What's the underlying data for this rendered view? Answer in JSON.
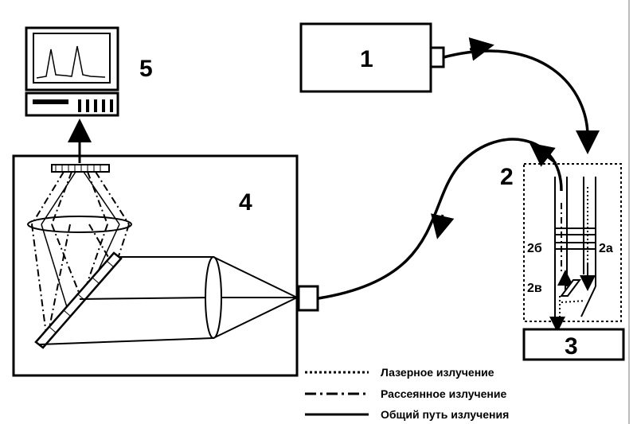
{
  "labels": {
    "laser": "1",
    "probe": "2",
    "probe_a": "2а",
    "probe_b": "2б",
    "probe_c": "2в",
    "sample": "3",
    "spectrometer": "4",
    "computer": "5"
  },
  "legend": [
    {
      "style": "dotted",
      "text": "Лазерное излучение"
    },
    {
      "style": "dash-dot",
      "text": "Рассеянное излучение"
    },
    {
      "style": "solid",
      "text": "Общий путь излучения"
    }
  ]
}
